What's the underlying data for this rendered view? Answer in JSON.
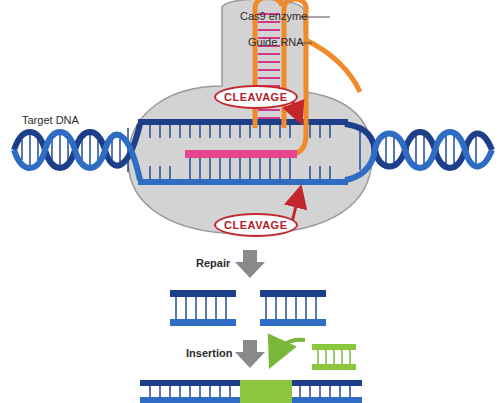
{
  "diagram": {
    "nodes": [
      {
        "text": [
          "CLEAVAGE"
        ]
      },
      {
        "text": [
          "CLEAVAGE"
        ]
      }
    ],
    "labels": [
      "Cas9 enzyme",
      "Guide RNA",
      "Target DNA",
      "Repair",
      "Insertion"
    ]
  }
}
